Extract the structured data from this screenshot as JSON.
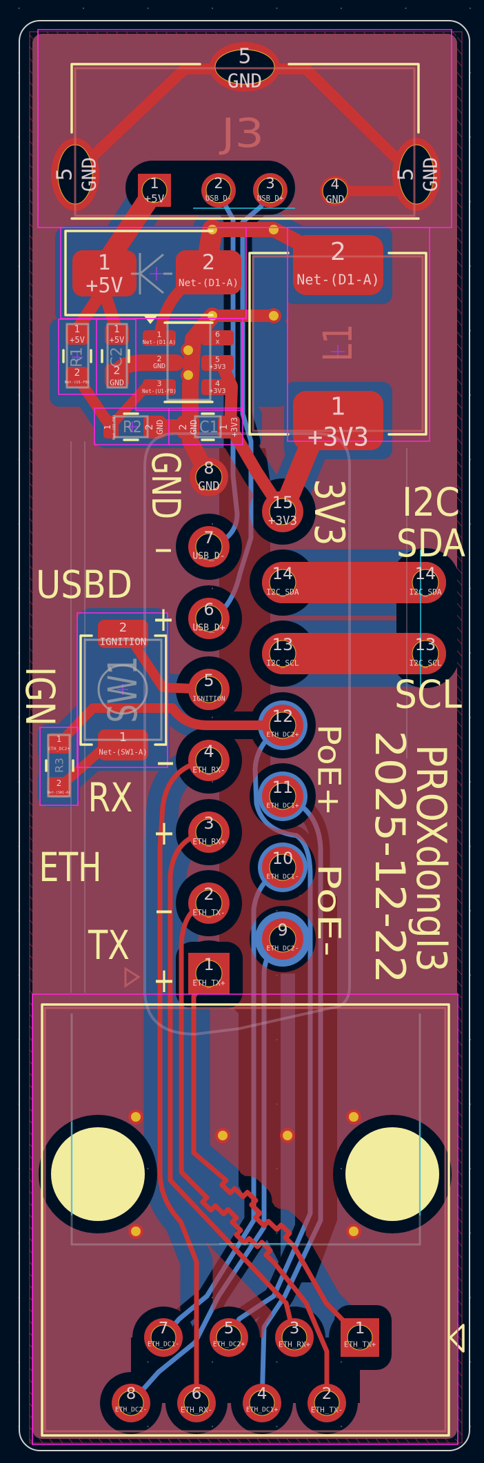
{
  "colors": {
    "background": "#001023",
    "f_cu": "#c83434",
    "b_cu": "#4d7fc4",
    "b_cu_zone": "#2f5487",
    "silkscreen": "#f2eda1",
    "fab": "#afafaf",
    "fab_ref": "#d06868",
    "courtyard": "#ff26e2",
    "edge_cuts": "#d0d2cd",
    "drill": "#e3b72e",
    "npth": "#f2ec9f",
    "pad_text": "#efdddd",
    "user_layer": "#26c6e0",
    "keepout": "#c8344c"
  },
  "silkscreen": {
    "usbd": "USBD",
    "gnd": "GND",
    "v3v3": "3V3",
    "i2c": "I2C",
    "sda": "SDA",
    "scl": "SCL",
    "ign": "IGN",
    "rx": "RX",
    "eth": "ETH",
    "tx": "TX",
    "poe_plus": "PoE+",
    "poe_minus": "PoE-",
    "project": "PROXdongl3",
    "date": "2025-12-22",
    "polarity": [
      "-",
      "+",
      "-",
      "+",
      "-",
      "+"
    ]
  },
  "footprints": {
    "J3": {
      "ref": "J3",
      "pads": [
        {
          "num": "5",
          "net": "GND"
        },
        {
          "num": "5",
          "net": "GND"
        },
        {
          "num": "5",
          "net": "GND"
        },
        {
          "num": "1",
          "net": "+5V"
        },
        {
          "num": "2",
          "net": "USB_D-"
        },
        {
          "num": "3",
          "net": "USB_D+"
        },
        {
          "num": "4",
          "net": "GND"
        }
      ]
    },
    "D1": {
      "pads": [
        {
          "num": "1",
          "net": "+5V"
        },
        {
          "num": "2",
          "net": "Net-(D1-A)"
        }
      ]
    },
    "L1": {
      "ref": "L1",
      "pads": [
        {
          "num": "1",
          "net": "+3V3"
        },
        {
          "num": "2",
          "net": "Net-(D1-A)"
        }
      ]
    },
    "U1": {
      "pads": [
        {
          "num": "1",
          "net": "Net-(D1-A)"
        },
        {
          "num": "2",
          "net": "GND"
        },
        {
          "num": "3",
          "net": "Net-(U1-FB)"
        },
        {
          "num": "4",
          "net": "+3V3"
        },
        {
          "num": "5",
          "net": "+3V3"
        },
        {
          "num": "6",
          "net": "x"
        }
      ]
    },
    "R1": {
      "ref": "R1",
      "pads": [
        {
          "num": "1",
          "net": "+5V"
        },
        {
          "num": "2",
          "net": "Net-(U1-FB)"
        }
      ]
    },
    "C2": {
      "ref": "C2",
      "pads": [
        {
          "num": "1",
          "net": "+5V"
        },
        {
          "num": "2",
          "net": "GND"
        }
      ]
    },
    "R2": {
      "ref": "R2",
      "pads": [
        {
          "num": "1",
          "net": "Net-(U1-FB)"
        },
        {
          "num": "2",
          "net": "GND"
        }
      ]
    },
    "C1": {
      "ref": "C1",
      "pads": [
        {
          "num": "1",
          "net": "+3V3"
        },
        {
          "num": "2",
          "net": "GND"
        }
      ]
    },
    "SW1": {
      "ref": "SW1",
      "pads": [
        {
          "num": "1",
          "net": "Net-(SW1-A)"
        },
        {
          "num": "2",
          "net": "IGNITION"
        }
      ]
    },
    "R3": {
      "ref": "R3",
      "pads": [
        {
          "num": "1",
          "net": "ETH_DC2+"
        },
        {
          "num": "2",
          "net": "Net-(SW1-A)"
        }
      ]
    },
    "header_module": {
      "pads": [
        {
          "num": "1",
          "net": "ETH_TX+"
        },
        {
          "num": "2",
          "net": "ETH_TX-"
        },
        {
          "num": "3",
          "net": "ETH_RX+"
        },
        {
          "num": "4",
          "net": "ETH_RX-"
        },
        {
          "num": "5",
          "net": "IGNITION"
        },
        {
          "num": "6",
          "net": "USB_D+"
        },
        {
          "num": "7",
          "net": "USB_D-"
        },
        {
          "num": "8",
          "net": "GND"
        },
        {
          "num": "9",
          "net": "ETH_DC2-"
        },
        {
          "num": "10",
          "net": "ETH_DC1-"
        },
        {
          "num": "11",
          "net": "ETH_DC1+"
        },
        {
          "num": "12",
          "net": "ETH_DC2+"
        },
        {
          "num": "13",
          "net": "I2C_SCL"
        },
        {
          "num": "14",
          "net": "I2C_SDA"
        },
        {
          "num": "15",
          "net": "+3V3"
        }
      ],
      "i2c_pads": [
        {
          "num": "14",
          "net": "I2C_SDA"
        },
        {
          "num": "13",
          "net": "I2C_SCL"
        }
      ]
    },
    "rj45": {
      "pads": [
        {
          "num": "1",
          "net": "ETH_TX+"
        },
        {
          "num": "2",
          "net": "ETH_TX-"
        },
        {
          "num": "3",
          "net": "ETH_RX+"
        },
        {
          "num": "4",
          "net": "ETH_DC1+"
        },
        {
          "num": "5",
          "net": "ETH_DC2+"
        },
        {
          "num": "6",
          "net": "ETH_RX-"
        },
        {
          "num": "7",
          "net": "ETH_DC1-"
        },
        {
          "num": "8",
          "net": "ETH_DC2-"
        }
      ]
    }
  }
}
